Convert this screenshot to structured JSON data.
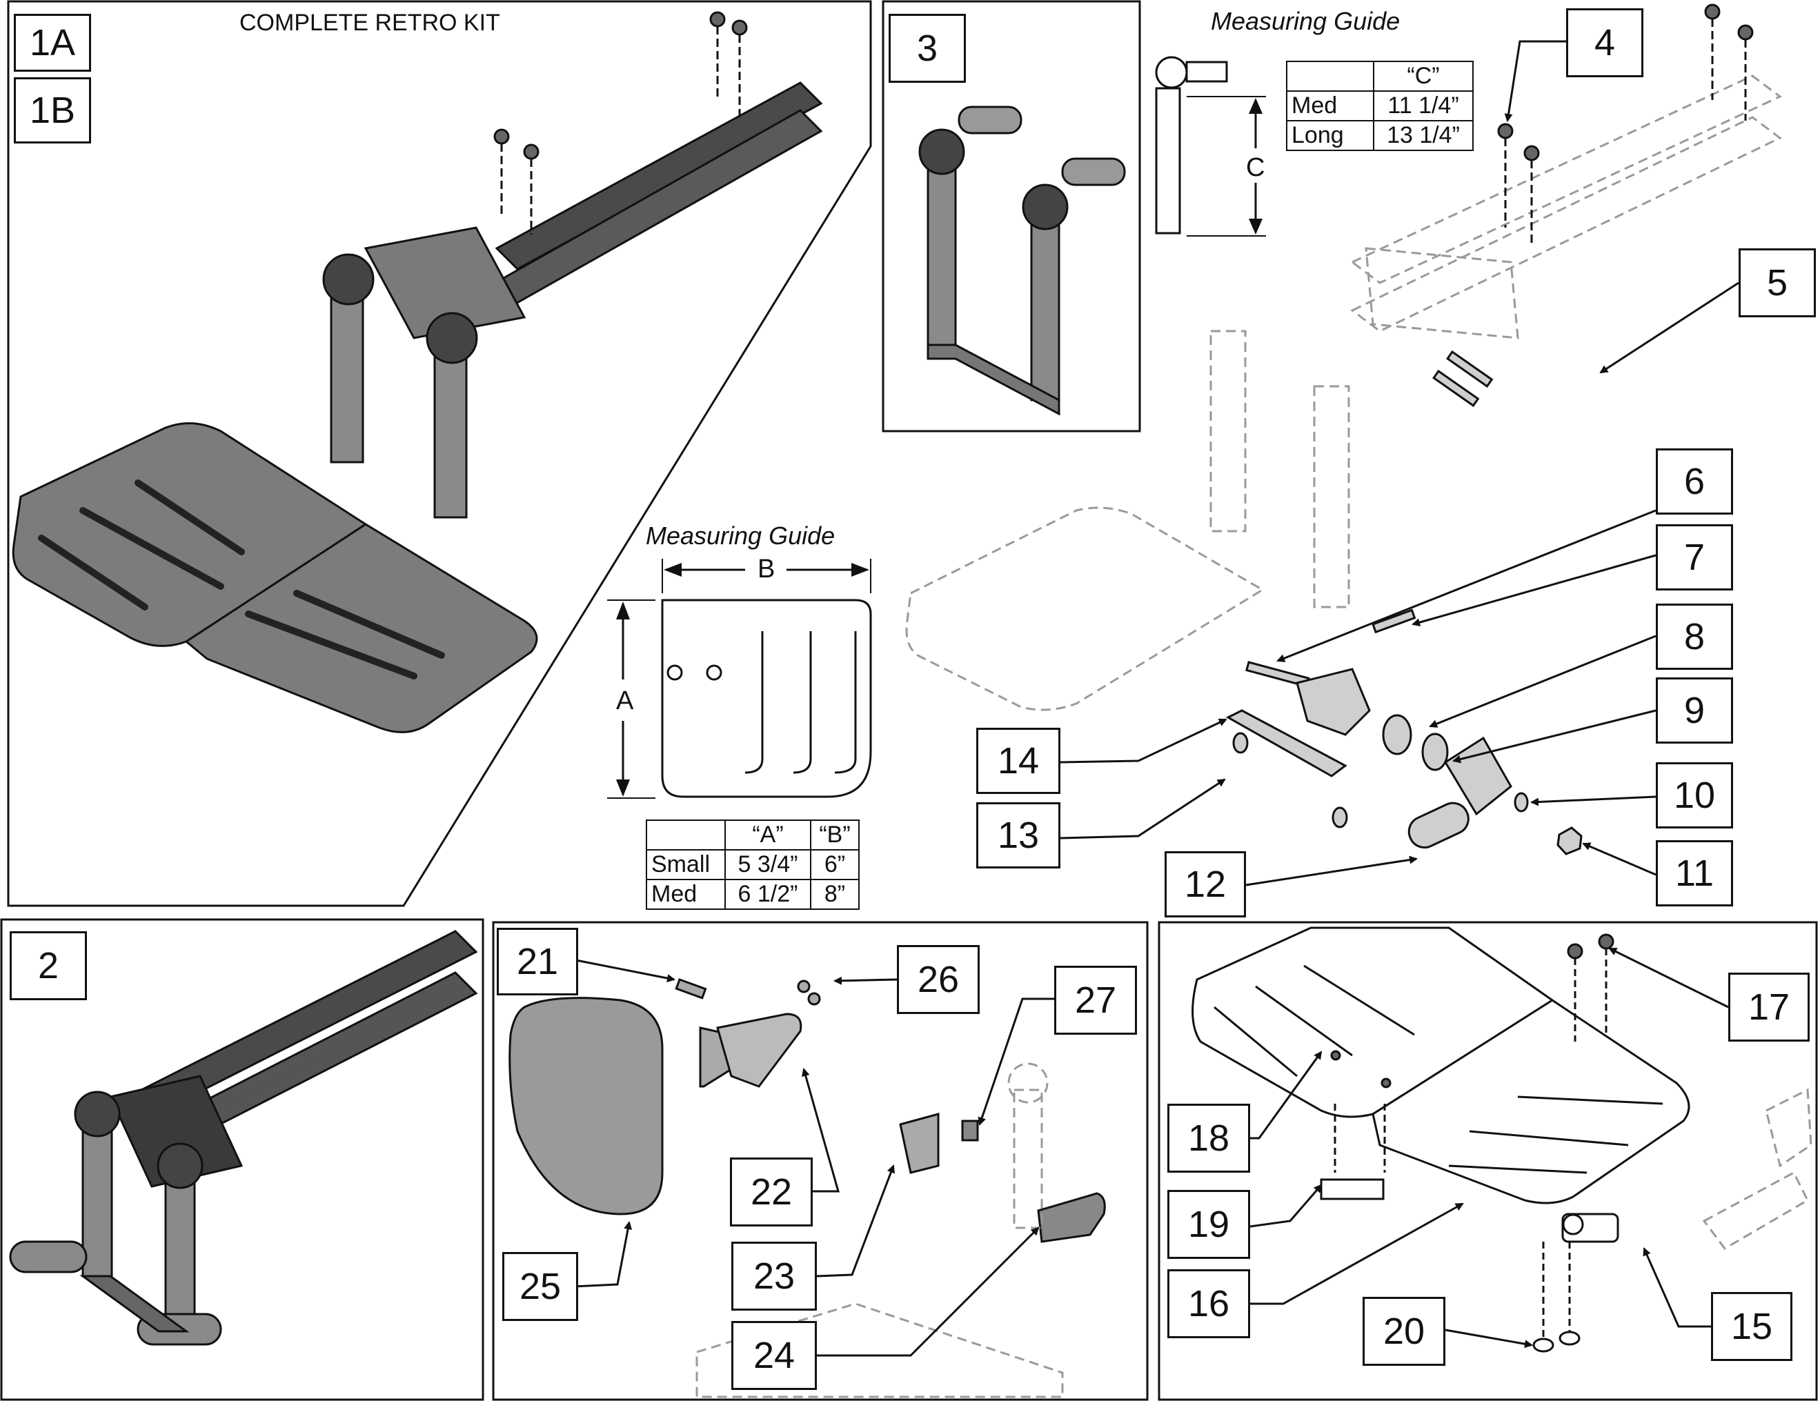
{
  "kit_title": "COMPLETE RETRO KIT",
  "panels": {
    "p1a": "1A",
    "p1b": "1B",
    "p2": "2",
    "p3": "3"
  },
  "callouts": [
    "4",
    "5",
    "6",
    "7",
    "8",
    "9",
    "10",
    "11",
    "12",
    "13",
    "14",
    "15",
    "16",
    "17",
    "18",
    "19",
    "20",
    "21",
    "22",
    "23",
    "24",
    "25",
    "26",
    "27"
  ],
  "guide_c": {
    "title": "Measuring Guide",
    "dim_label": "C",
    "header": [
      "",
      "“C”"
    ],
    "rows": [
      [
        "Med",
        "11 1/4”"
      ],
      [
        "Long",
        "13 1/4”"
      ]
    ]
  },
  "guide_ab": {
    "title": "Measuring Guide",
    "dim_a": "A",
    "dim_b": "B",
    "header": [
      "",
      "“A”",
      "“B”"
    ],
    "rows": [
      [
        "Small",
        "5 3/4”",
        "6”"
      ],
      [
        "Med",
        "6 1/2”",
        "8”"
      ]
    ]
  },
  "colors": {
    "line": "#111111",
    "part_fill": "#8a8a8a",
    "part_dark": "#3a3a3a",
    "ghost": "#9a9a9a"
  }
}
